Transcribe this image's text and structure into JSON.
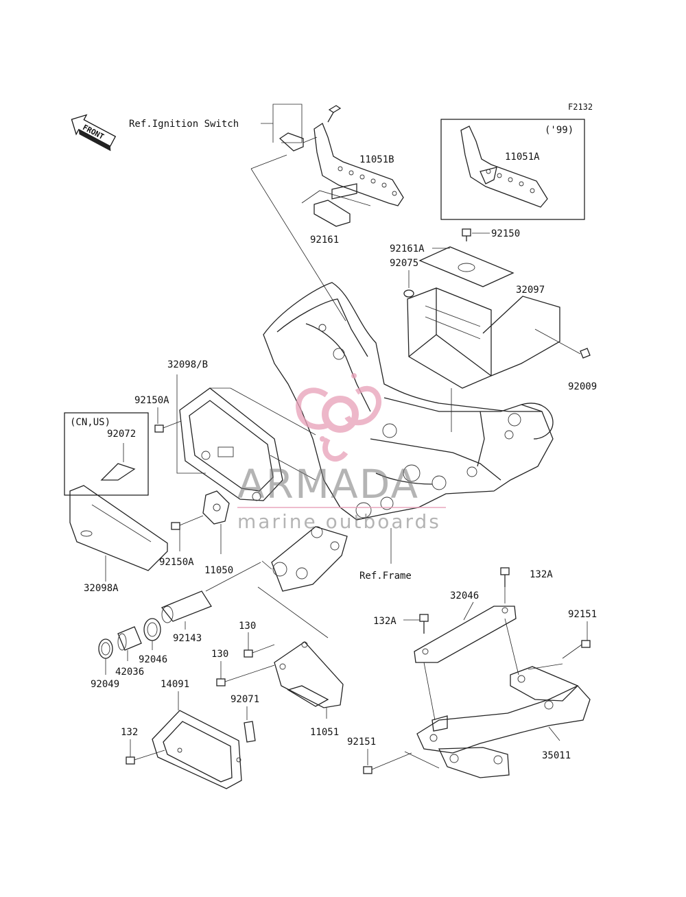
{
  "diagram": {
    "figure_code": "F2132",
    "front_arrow": "FRONT",
    "refs": {
      "ignition": "Ref.Ignition Switch",
      "frame": "Ref.Frame"
    },
    "variant_notes": {
      "year": "('99)",
      "region": "(CN,US)"
    },
    "parts": {
      "p11051B": "11051B",
      "p11051A": "11051A",
      "p92161": "92161",
      "p92150": "92150",
      "p92161A": "92161A",
      "p92075": "92075",
      "p32097": "32097",
      "p92009": "92009",
      "p32098B": "32098/B",
      "p92150A_top": "92150A",
      "p92072": "92072",
      "p11050": "11050",
      "p92150A_bot": "92150A",
      "p32098A": "32098A",
      "p132A_top": "132A",
      "p32046": "32046",
      "p132A_left": "132A",
      "p92151_right": "92151",
      "p92143": "92143",
      "p130_top": "130",
      "p130_left": "130",
      "p92046": "92046",
      "p42036": "42036",
      "p92049": "92049",
      "p14091": "14091",
      "p92071": "92071",
      "p11051": "11051",
      "p132": "132",
      "p92151_left": "92151",
      "p35011": "35011"
    },
    "watermark": {
      "title": "ARMADA",
      "subtitle": "marine outboards",
      "accent": "#e8a0b8"
    }
  }
}
